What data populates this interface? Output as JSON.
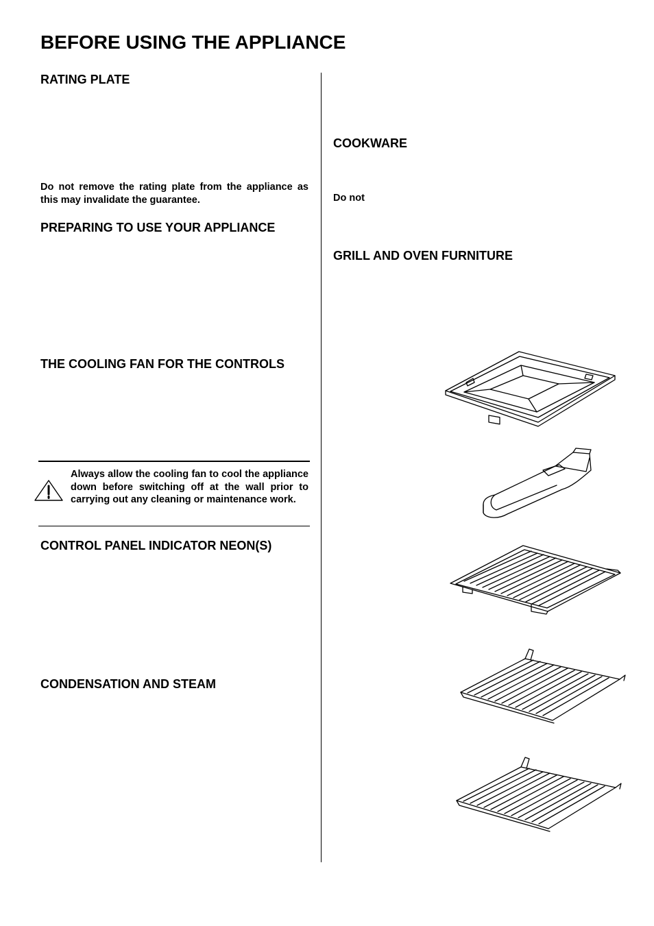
{
  "title": "BEFORE USING THE APPLIANCE",
  "left": {
    "rating_plate_heading": "RATING PLATE",
    "rating_plate_note": "Do not remove the rating plate from the appliance as this may invalidate the guarantee.",
    "preparing_heading": "PREPARING TO USE YOUR APPLIANCE",
    "cooling_fan_heading": "THE COOLING FAN FOR THE CONTROLS",
    "warning_text": "Always allow the cooling fan to cool the appliance down before switching off at the wall prior to carrying out any cleaning or maintenance work.",
    "neon_heading": "CONTROL PANEL INDICATOR NEON(S)",
    "condensation_heading": "CONDENSATION AND STEAM"
  },
  "right": {
    "cookware_heading": "COOKWARE",
    "do_not_text": "Do not",
    "furniture_heading": "GRILL AND OVEN FURNITURE"
  },
  "icons": {
    "warning": "warning-triangle-icon"
  }
}
